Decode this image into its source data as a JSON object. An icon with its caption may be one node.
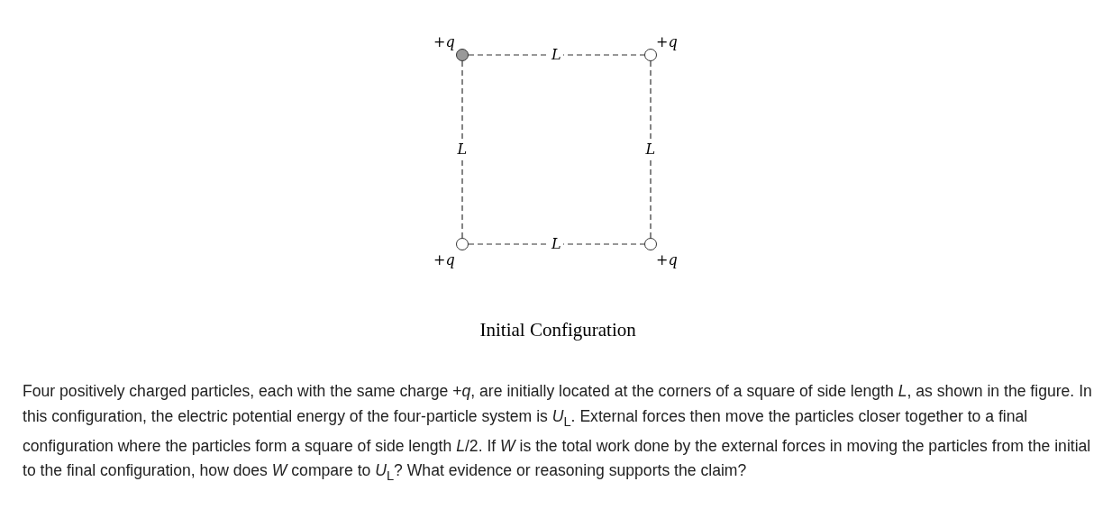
{
  "diagram": {
    "caption": "Initial Configuration",
    "nodes": [
      {
        "text": [],
        "shape": "circle",
        "beside": [
          "+*q*"
        ]
      },
      {
        "text": [],
        "shape": "circle",
        "beside": [
          "+*q*"
        ]
      },
      {
        "text": [],
        "shape": "circle",
        "beside": [
          "+*q*"
        ]
      },
      {
        "text": [],
        "shape": "circle",
        "beside": [
          "+*q*"
        ]
      }
    ],
    "edges": [
      {
        "from": 0,
        "to": 1,
        "arrow": "none",
        "style": "dashed",
        "label": "*L*"
      },
      {
        "from": 0,
        "to": 2,
        "arrow": "none",
        "style": "dashed",
        "label": "*L*"
      },
      {
        "from": 1,
        "to": 3,
        "arrow": "none",
        "style": "dashed",
        "label": "*L*"
      },
      {
        "from": 2,
        "to": 3,
        "arrow": "none",
        "style": "dashed",
        "label": "*L*"
      }
    ],
    "labels": [
      "Four positively charged particles, each with the same charge +*q*, are initially located at the corners of a square of side length *L*, as shown in the figure. In this configuration, the electric potential energy of the four-particle system is *U*$_{L}$. External forces then move the particles closer together to a final configuration where the particles form a square of side length *L*/2. If *W* is the total work done by the external forces in moving the particles from the initial to the final configuration, how does *W* compare to *U*$_{L}$? What evidence or reasoning supports the claim?"
    ]
  }
}
